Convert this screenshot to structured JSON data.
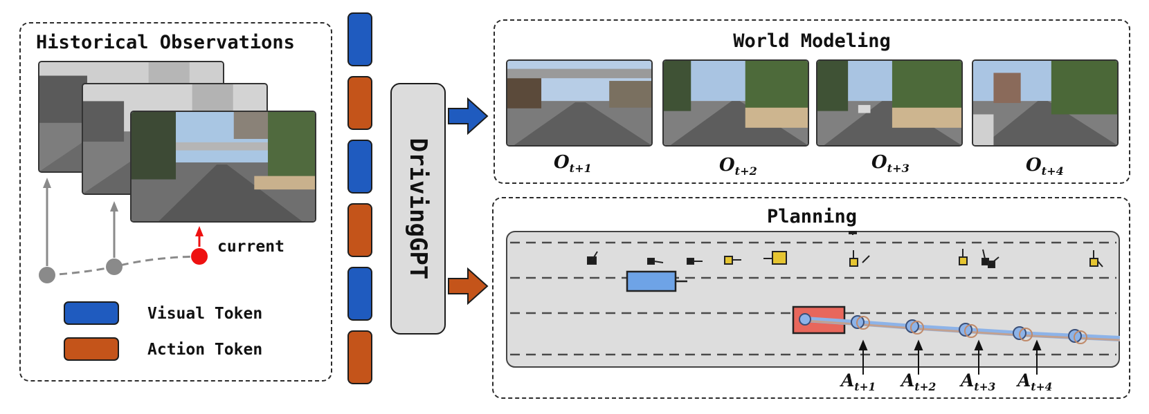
{
  "left_panel": {
    "title": "Historical Observations",
    "current_label": "current",
    "legend": [
      {
        "label": "Visual Token",
        "color": "#1f5bbf"
      },
      {
        "label": "Action Token",
        "color": "#c4541a"
      }
    ]
  },
  "model": {
    "label": "DrivingGPT"
  },
  "token_column": [
    "visual",
    "action",
    "visual",
    "action",
    "visual",
    "action"
  ],
  "world_modeling": {
    "title": "World Modeling",
    "frames": [
      {
        "symbol": "O",
        "sub": "t+1"
      },
      {
        "symbol": "O",
        "sub": "t+2"
      },
      {
        "symbol": "O",
        "sub": "t+3"
      },
      {
        "symbol": "O",
        "sub": "t+4"
      }
    ]
  },
  "planning": {
    "title": "Planning",
    "actions": [
      {
        "symbol": "A",
        "sub": "t+1"
      },
      {
        "symbol": "A",
        "sub": "t+2"
      },
      {
        "symbol": "A",
        "sub": "t+3"
      },
      {
        "symbol": "A",
        "sub": "t+4"
      }
    ]
  },
  "colors": {
    "visual": "#1f5bbf",
    "action": "#c4541a",
    "current": "#ee1111",
    "history": "#8a8a8a",
    "ego": "#e8675c",
    "agent": "#6ea3e6"
  }
}
